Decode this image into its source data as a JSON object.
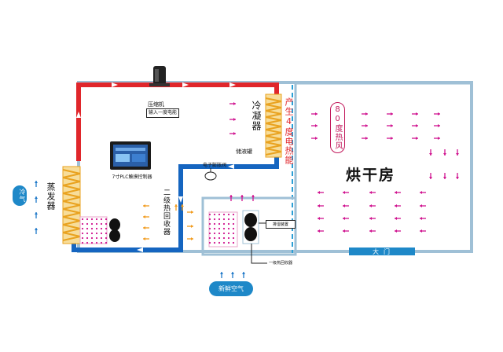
{
  "labels": {
    "compressor": "压缩机",
    "compressor_power": "输入一度电能",
    "condenser": "冷凝器",
    "liquid_receiver": "储液罐",
    "expansion_valve": "电子膨胀阀",
    "heat_output": "产生4度电热能",
    "hot_air": "80度热风",
    "drying_room": "烘干房",
    "evaporator": "蒸发器",
    "cold_air": "冷气",
    "secondary_recovery": "二级热回收器",
    "plc_screen": "7寸PLC触摸控制器",
    "primary_recovery": "一级热回收器",
    "exhaust_device": "排湿装置",
    "door": "大门",
    "fresh_air": "新鲜空气"
  },
  "colors": {
    "hot_pipe": "#e0262b",
    "cold_pipe": "#1565c0",
    "coil": "#e9a21f",
    "room_border": "#9fc0d6",
    "arrow_pink": "#d0128f",
    "arrow_orange": "#f29b1d",
    "arrow_blue": "#1e78c8",
    "label_pill": "#1e88c8"
  },
  "icons": [
    "compressor-icon",
    "fan-icon",
    "valve-icon",
    "plc-screen-icon"
  ]
}
